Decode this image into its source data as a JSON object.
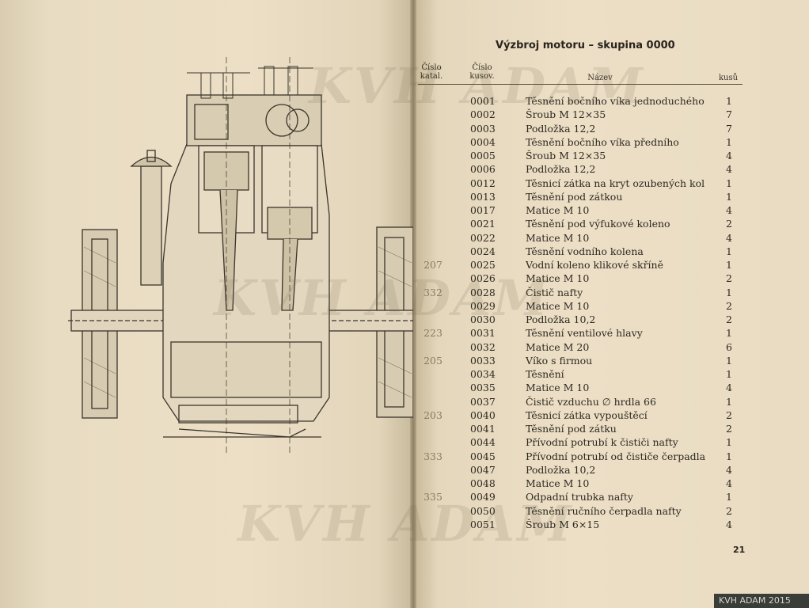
{
  "title": "Výzbroj motoru – skupina 0000",
  "headers": {
    "kat": "Číslo\nkatal.",
    "kus": "Číslo\nkusov.",
    "nazev": "Název",
    "kusu": "kusů"
  },
  "watermark": "KVH ADAM",
  "badge": "KVH ADAM 2015",
  "page_number": "21",
  "rows": [
    {
      "kat": "",
      "kus": "0001",
      "nazev": "Těsnění bočního víka jednoduchého",
      "ks": "1"
    },
    {
      "kat": "",
      "kus": "0002",
      "nazev": "Šroub M 12×35",
      "ks": "7"
    },
    {
      "kat": "",
      "kus": "0003",
      "nazev": "Podložka 12,2",
      "ks": "7"
    },
    {
      "kat": "",
      "kus": "0004",
      "nazev": "Těsnění bočního víka předního",
      "ks": "1"
    },
    {
      "kat": "",
      "kus": "0005",
      "nazev": "Šroub M 12×35",
      "ks": "4"
    },
    {
      "kat": "",
      "kus": "0006",
      "nazev": "Podložka 12,2",
      "ks": "4"
    },
    {
      "kat": "",
      "kus": "0012",
      "nazev": "Těsnicí zátka na kryt ozubených kol",
      "ks": "1"
    },
    {
      "kat": "",
      "kus": "0013",
      "nazev": "Těsnění pod zátkou",
      "ks": "1"
    },
    {
      "kat": "",
      "kus": "0017",
      "nazev": "Matice M 10",
      "ks": "4"
    },
    {
      "kat": "",
      "kus": "0021",
      "nazev": "Těsnění pod výfukové koleno",
      "ks": "2"
    },
    {
      "kat": "",
      "kus": "0022",
      "nazev": "Matice M 10",
      "ks": "4"
    },
    {
      "kat": "",
      "kus": "0024",
      "nazev": "Těsnění vodního kolena",
      "ks": "1"
    },
    {
      "kat": "207",
      "kus": "0025",
      "nazev": "Vodní koleno klikové skříně",
      "ks": "1"
    },
    {
      "kat": "",
      "kus": "0026",
      "nazev": "Matice M 10",
      "ks": "2"
    },
    {
      "kat": "332",
      "kus": "0028",
      "nazev": "Čistič nafty",
      "ks": "1"
    },
    {
      "kat": "",
      "kus": "0029",
      "nazev": "Matice M 10",
      "ks": "2"
    },
    {
      "kat": "",
      "kus": "0030",
      "nazev": "Podložka 10,2",
      "ks": "2"
    },
    {
      "kat": "223",
      "kus": "0031",
      "nazev": "Těsnění ventilové hlavy",
      "ks": "1"
    },
    {
      "kat": "",
      "kus": "0032",
      "nazev": "Matice M 20",
      "ks": "6"
    },
    {
      "kat": "205",
      "kus": "0033",
      "nazev": "Víko s firmou",
      "ks": "1"
    },
    {
      "kat": "",
      "kus": "0034",
      "nazev": "Těsnění",
      "ks": "1"
    },
    {
      "kat": "",
      "kus": "0035",
      "nazev": "Matice M 10",
      "ks": "4"
    },
    {
      "kat": "",
      "kus": "0037",
      "nazev": "Čistič vzduchu ∅ hrdla 66",
      "ks": "1"
    },
    {
      "kat": "203",
      "kus": "0040",
      "nazev": "Těsnicí zátka vypouštěcí",
      "ks": "2"
    },
    {
      "kat": "",
      "kus": "0041",
      "nazev": "Těsnění pod zátku",
      "ks": "2"
    },
    {
      "kat": "",
      "kus": "0044",
      "nazev": "Přívodní potrubí k čističi nafty",
      "ks": "1"
    },
    {
      "kat": "333",
      "kus": "0045",
      "nazev": "Přívodní potrubí od čističe čerpadla",
      "ks": "1"
    },
    {
      "kat": "",
      "kus": "0047",
      "nazev": "Podložka 10,2",
      "ks": "4"
    },
    {
      "kat": "",
      "kus": "0048",
      "nazev": "Matice M 10",
      "ks": "4"
    },
    {
      "kat": "335",
      "kus": "0049",
      "nazev": "Odpadní trubka nafty",
      "ks": "1"
    },
    {
      "kat": "",
      "kus": "0050",
      "nazev": "Těsnění ručního čerpadla nafty",
      "ks": "2"
    },
    {
      "kat": "",
      "kus": "0051",
      "nazev": "Šroub M 6×15",
      "ks": "4"
    }
  ]
}
